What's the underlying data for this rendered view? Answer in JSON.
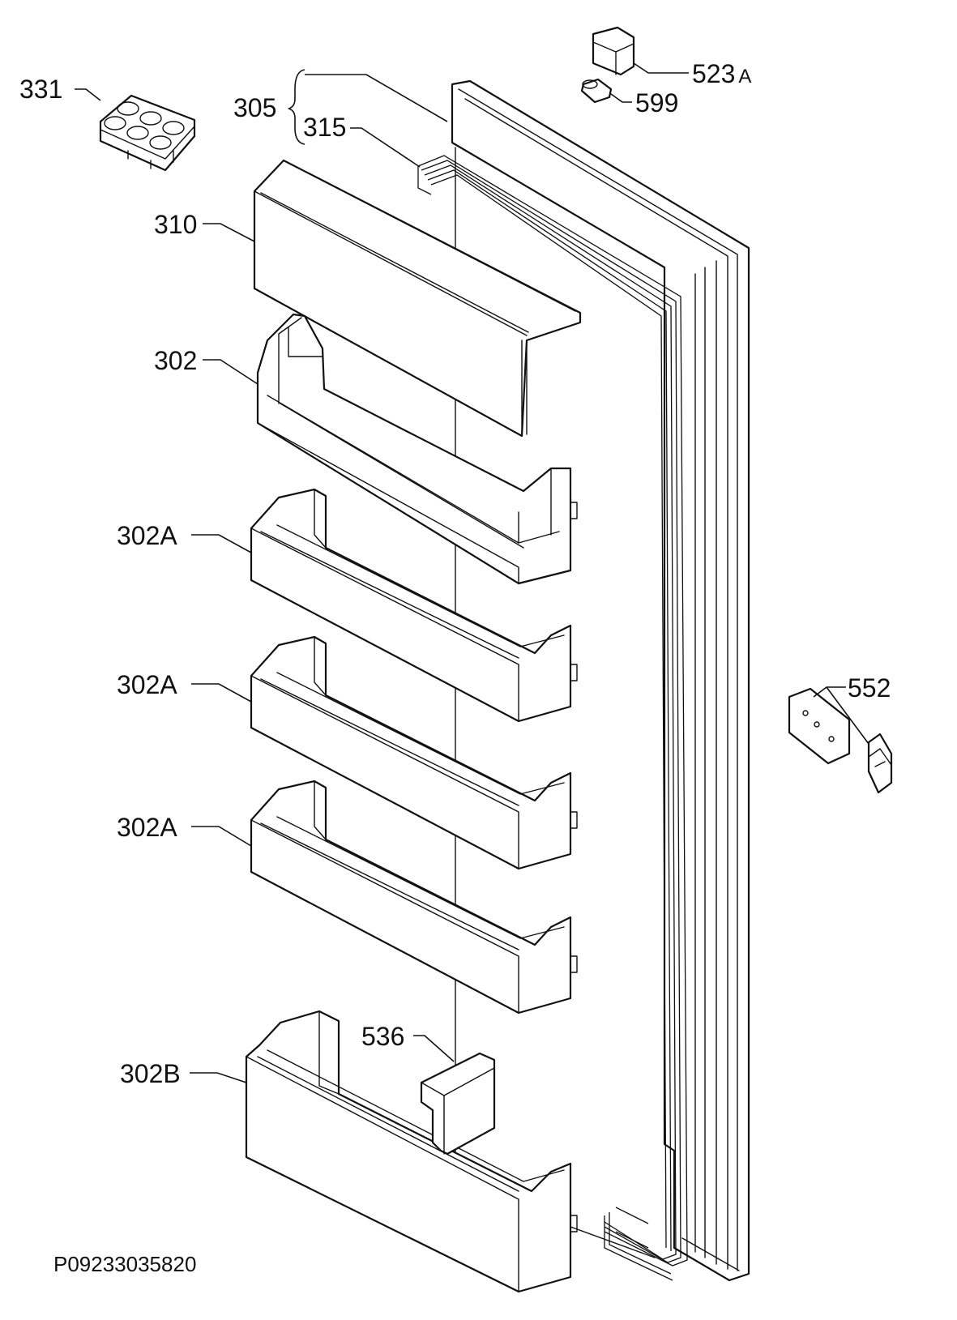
{
  "drawing": {
    "reference_number": "P09233035820"
  },
  "callouts": {
    "p331": "331",
    "p305": "305",
    "p315": "315",
    "p310": "310",
    "p302": "302",
    "p302a_1": "302A",
    "p302a_2": "302A",
    "p302a_3": "302A",
    "p302b": "302B",
    "p536": "536",
    "p523_num": "523",
    "p523_suffix": "A",
    "p599": "599",
    "p552": "552"
  }
}
